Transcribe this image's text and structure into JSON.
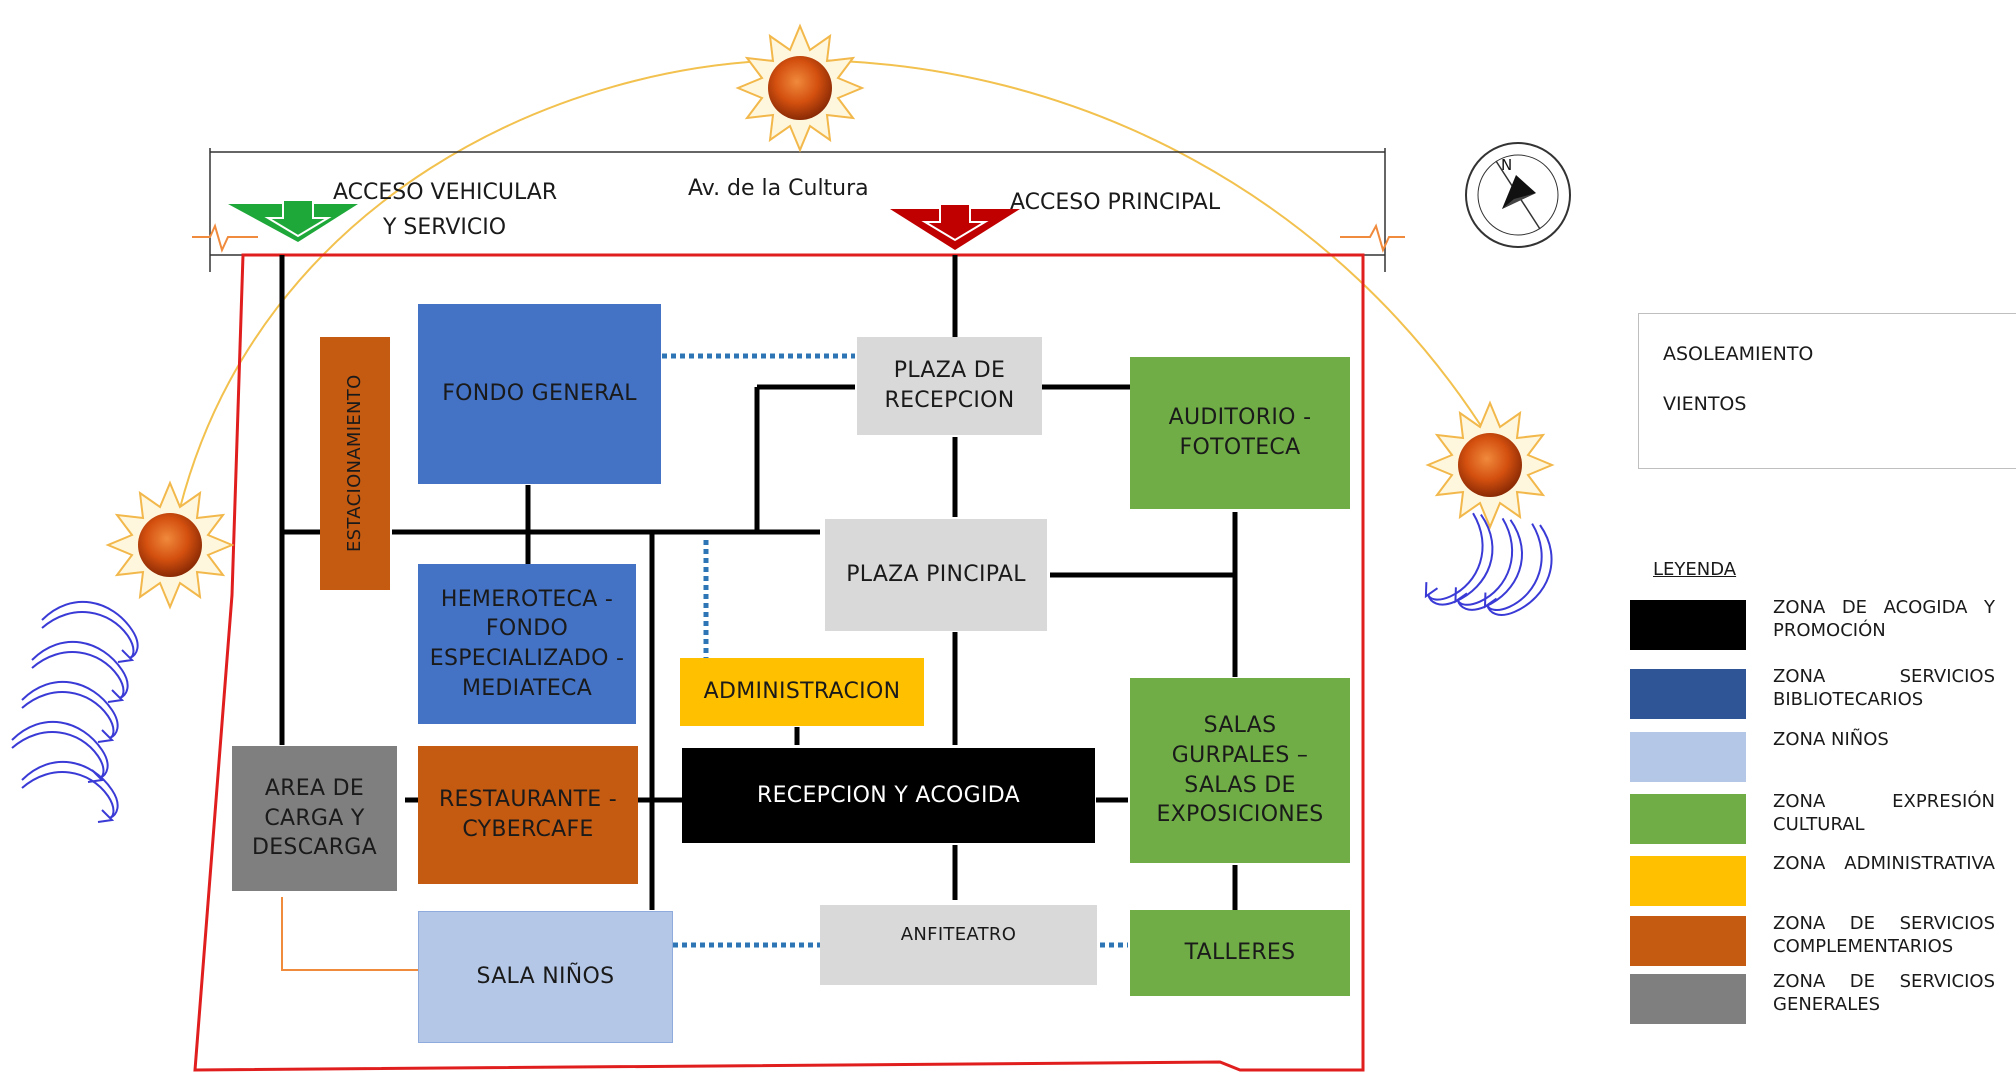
{
  "street": {
    "name": "Av. de la Cultura"
  },
  "accesses": {
    "vehicular_line1": "ACCESO VEHICULAR",
    "vehicular_line2": "Y SERVICIO",
    "principal": "ACCESO PRINCIPAL"
  },
  "compass": {
    "north": "N"
  },
  "zones": {
    "estacionamiento": "ESTACIONAMIENTO",
    "fondo_general": "FONDO GENERAL",
    "plaza_recepcion": "PLAZA DE RECEPCION",
    "auditorio": "AUDITORIO - FOTOTECA",
    "plaza_principal": "PLAZA PINCIPAL",
    "hemeroteca": "HEMEROTECA - FONDO ESPECIALIZADO - MEDIATECA",
    "administracion": "ADMINISTRACION",
    "salas": "SALAS GURPALES – SALAS DE EXPOSICIONES",
    "area_carga": "AREA DE CARGA Y DESCARGA",
    "restaurante": "RESTAURANTE - CYBERCAFE",
    "recepcion": "RECEPCION Y ACOGIDA",
    "sala_ninos": "SALA NIÑOS",
    "anfiteatro": "ANFITEATRO",
    "talleres": "TALLERES"
  },
  "climate_legend": {
    "asoleamiento": "ASOLEAMIENTO",
    "vientos": "VIENTOS"
  },
  "legend": {
    "title": "LEYENDA",
    "items": [
      {
        "label": "ZONA DE ACOGIDA Y PROMOCIÓN",
        "color": "#000000"
      },
      {
        "label": "ZONA SERVICIOS BIBLIOTECARIOS",
        "color": "#2f5597"
      },
      {
        "label": "ZONA NIÑOS",
        "color": "#b4c7e7"
      },
      {
        "label": "ZONA EXPRESIÓN CULTURAL",
        "color": "#70ad47"
      },
      {
        "label": "ZONA ADMINISTRATIVA",
        "color": "#ffc000"
      },
      {
        "label": "ZONA DE SERVICIOS COMPLEMENTARIOS",
        "color": "#c55a11"
      },
      {
        "label": "ZONA DE SERVICIOS GENERALES",
        "color": "#7f7f7f"
      }
    ]
  },
  "colors": {
    "site_boundary": "#e01e1e",
    "access_vehicular": "#1fa83a",
    "access_principal": "#c00000",
    "dotted_link": "#2e75b6",
    "sun_path": "#f2c14e",
    "wind": "#3a3ad6"
  }
}
